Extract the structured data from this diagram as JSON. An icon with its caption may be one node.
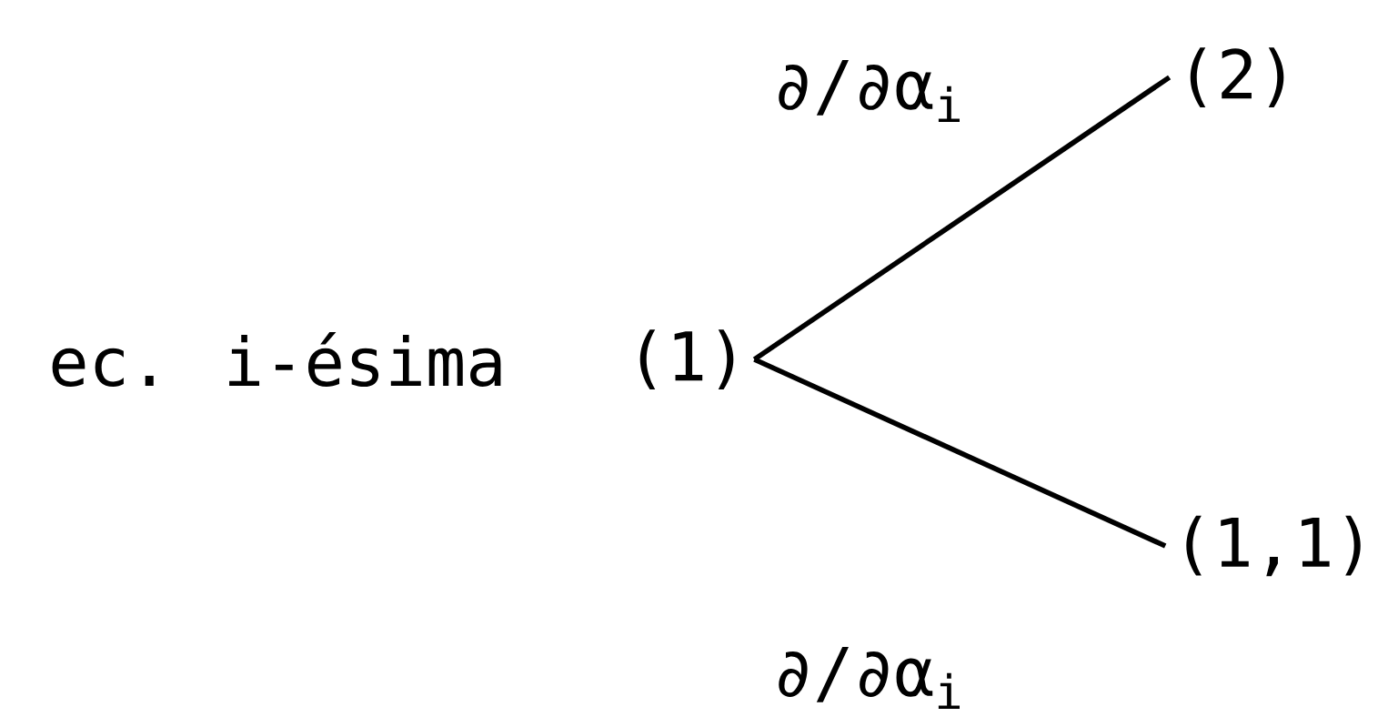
{
  "diagram": {
    "nodes": [
      {
        "text": [
          "(1)"
        ]
      },
      {
        "text": [
          "(2)"
        ]
      },
      {
        "text": [
          "(1,1)"
        ]
      }
    ],
    "edges": [
      {
        "from": 0,
        "to": 1,
        "arrow": "none",
        "label": "∂/∂α$_{i}$"
      },
      {
        "from": 0,
        "to": 2,
        "arrow": "none",
        "label": "∂/∂α$_{i}$"
      }
    ],
    "labels": [
      "ec. i-ésima"
    ]
  }
}
